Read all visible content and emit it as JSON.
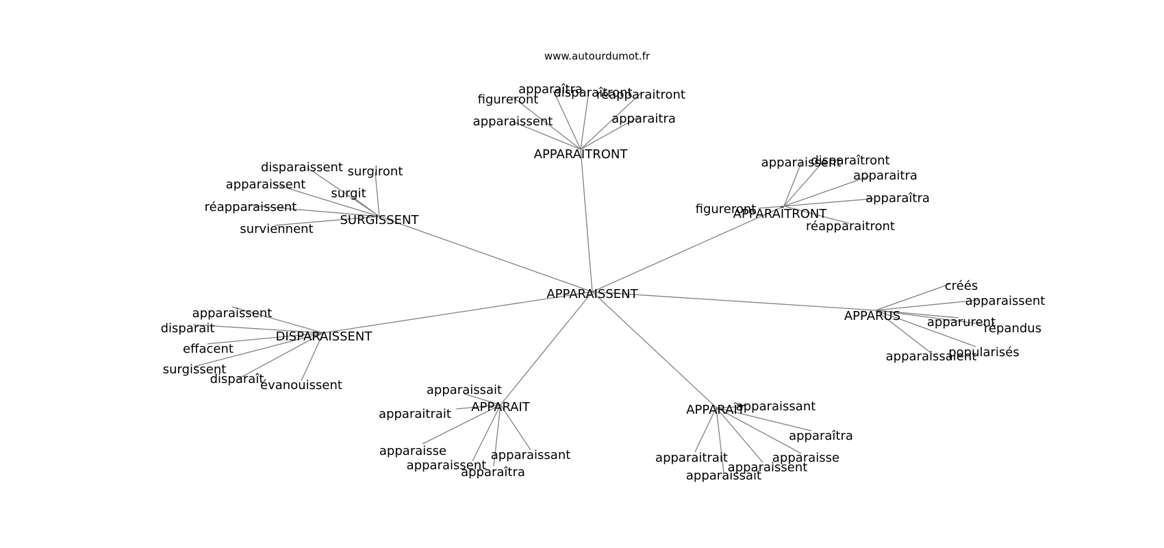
{
  "source": "www.autourdumot.fr",
  "colors": {
    "edge": "#808080",
    "text": "#000000",
    "background": "#ffffff"
  },
  "root": "APPARAISSENT",
  "clusters": [
    {
      "id": "apparaitront",
      "hub": "APPARAITRONT",
      "leaves": [
        "apparaîtra",
        "disparaîtront",
        "réapparaitront",
        "figureront",
        "apparaissent",
        "apparaitra"
      ]
    },
    {
      "id": "surgissent",
      "hub": "SURGISSENT",
      "leaves": [
        "disparaissent",
        "surgiront",
        "apparaissent",
        "surgit",
        "réapparaissent",
        "surviennent"
      ]
    },
    {
      "id": "apparaitront-circ",
      "hub": "APPARAÎTRONT",
      "leaves": [
        "apparaissent",
        "disparaîtront",
        "apparaitra",
        "apparaîtra",
        "figureront",
        "réapparaitront"
      ]
    },
    {
      "id": "apparus",
      "hub": "APPARUS",
      "leaves": [
        "créés",
        "apparaissent",
        "apparurent",
        "répandus",
        "popularisés",
        "apparaissaient"
      ]
    },
    {
      "id": "disparaissent",
      "hub": "DISPARAISSENT",
      "leaves": [
        "apparaissent",
        "disparait",
        "effacent",
        "surgissent",
        "disparaît",
        "évanouissent"
      ]
    },
    {
      "id": "apparait",
      "hub": "APPARAIT",
      "leaves": [
        "apparaissait",
        "apparaitrait",
        "apparaisse",
        "apparaissent",
        "apparaîtra",
        "apparaissant"
      ]
    },
    {
      "id": "apparait-circ",
      "hub": "APPARAÎT",
      "leaves": [
        "apparaissant",
        "apparaîtra",
        "apparaisse",
        "apparaissent",
        "apparaitrait",
        "apparaissait"
      ]
    }
  ]
}
